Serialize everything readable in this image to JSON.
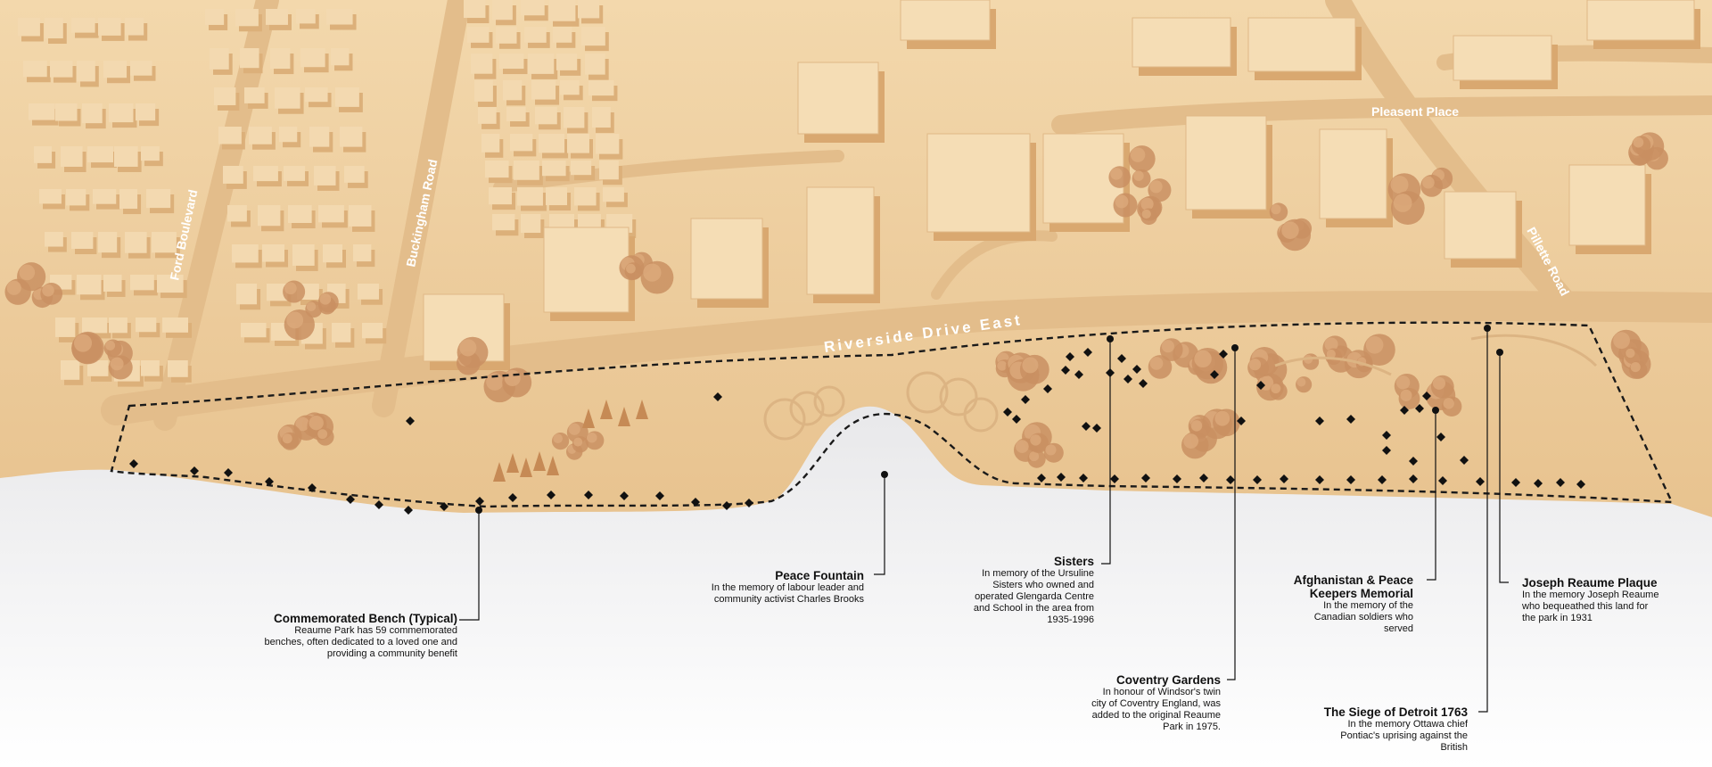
{
  "streets": {
    "ford": "Ford Boulevard",
    "buckingham": "Buckingham Road",
    "riverside": "Riverside Drive East",
    "pleasant": "Pleasent Place",
    "pillette": "Pillette Road"
  },
  "annotations": {
    "bench": {
      "title": "Commemorated Bench (Typical)",
      "lines": [
        "Reaume Park has 59 commemorated",
        "benches, often dedicated to a loved one and",
        "providing a community benefit"
      ]
    },
    "fountain": {
      "title": "Peace Fountain",
      "lines": [
        "In the memory of labour leader and",
        "community activist Charles Brooks"
      ]
    },
    "sisters": {
      "title": "Sisters",
      "lines": [
        "In memory of the Ursuline",
        "Sisters who owned and",
        "operated Glengarda Centre",
        "and School in the area from",
        "1935-1996"
      ]
    },
    "coventry": {
      "title": "Coventry Gardens",
      "lines": [
        "In honour of Windsor's twin",
        "city of Coventry England, was",
        "added to the original Reaume",
        "Park in 1975."
      ]
    },
    "afghanistan": {
      "title_lines": [
        "Afghanistan & Peace",
        "Keepers Memorial"
      ],
      "lines": [
        "In the memory of the",
        "Canadian soldiers who",
        "served"
      ]
    },
    "siege": {
      "title": "The Siege of Detroit 1763",
      "lines": [
        "In the memory Ottawa chief",
        "Pontiac's uprising against the",
        "British"
      ]
    },
    "joseph": {
      "title": "Joseph Reaume Plaque",
      "lines": [
        "In the memory Joseph Reaume",
        "who bequeathed this land for",
        "the park in 1931"
      ]
    }
  },
  "colors": {
    "model_wood": "#ecc594",
    "block": "#f3d9b0",
    "tree": "#c98f62",
    "water": "#c5c6c9",
    "marker": "#111111"
  }
}
